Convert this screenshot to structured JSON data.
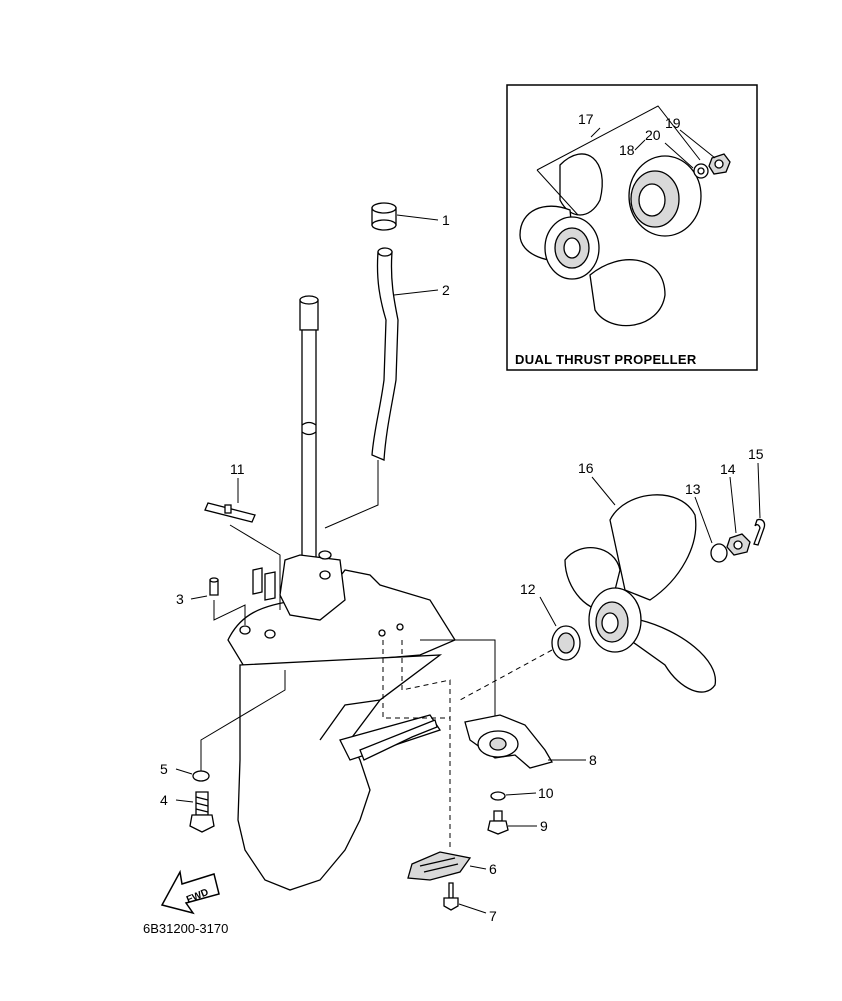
{
  "diagram": {
    "inset_caption": "DUAL THRUST PROPELLER",
    "part_code": "6B31200-3170",
    "fwd_label": "FWD",
    "callouts": [
      "1",
      "2",
      "3",
      "4",
      "5",
      "6",
      "7",
      "8",
      "9",
      "10",
      "11",
      "12",
      "13",
      "14",
      "15",
      "16",
      "17",
      "18",
      "19",
      "20"
    ],
    "icons": [
      "grommet-part",
      "water-tube-part",
      "drive-shaft-part",
      "lower-case-part",
      "propeller-part",
      "fwd-arrow-icon"
    ]
  }
}
